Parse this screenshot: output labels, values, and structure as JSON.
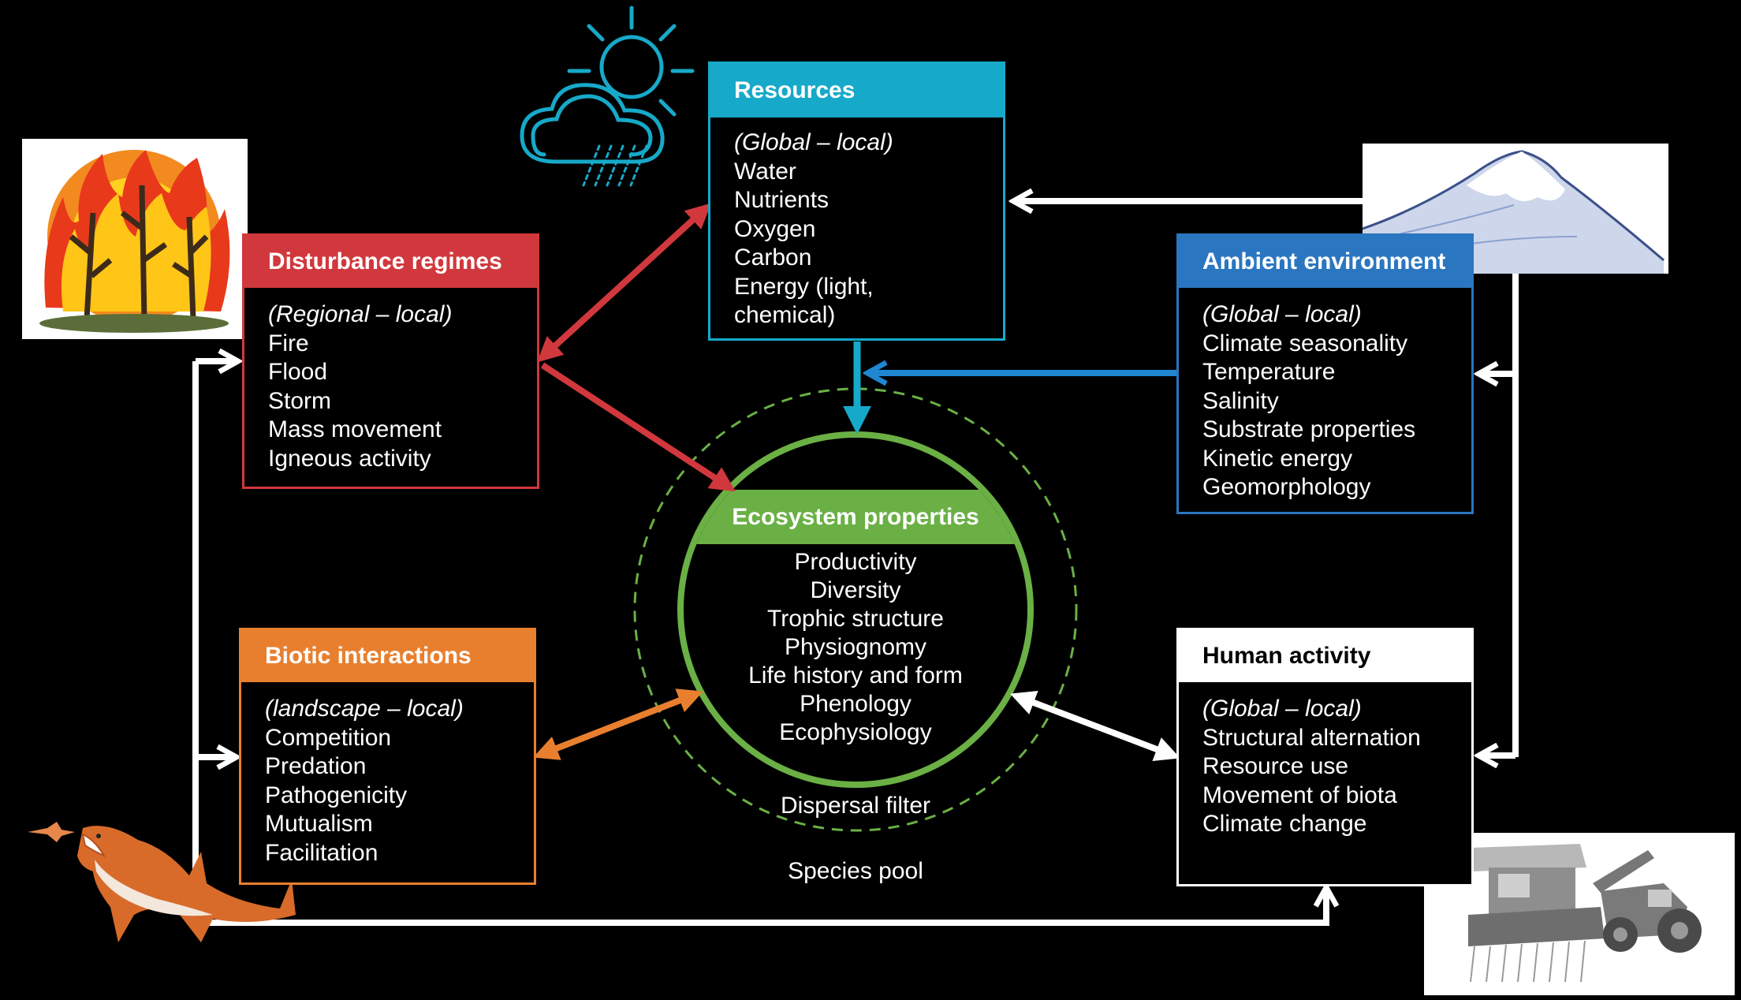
{
  "boxes": {
    "resources": {
      "title": "Resources",
      "scope": "(Global – local)",
      "items": [
        "Water",
        "Nutrients",
        "Oxygen",
        "Carbon",
        "Energy (light,",
        "chemical)"
      ],
      "color": "#17a9c9"
    },
    "disturbance": {
      "title": "Disturbance regimes",
      "scope": "(Regional – local)",
      "items": [
        "Fire",
        "Flood",
        "Storm",
        "Mass movement",
        "Igneous activity"
      ],
      "color": "#d1383d"
    },
    "ambient": {
      "title": "Ambient environment",
      "scope": "(Global – local)",
      "items": [
        "Climate seasonality",
        "Temperature",
        "Salinity",
        "Substrate properties",
        "Kinetic energy",
        "Geomorphology"
      ],
      "color": "#2b76c0"
    },
    "biotic": {
      "title": "Biotic interactions",
      "scope": "(landscape – local)",
      "items": [
        "Competition",
        "Predation",
        "Pathogenicity",
        "Mutualism",
        "Facilitation"
      ],
      "color": "#e87f2f"
    },
    "human": {
      "title": "Human activity",
      "scope": "(Global – local)",
      "items": [
        "Structural alternation",
        "Resource use",
        "Movement of biota",
        "Climate change"
      ],
      "color": "#ffffff"
    }
  },
  "ecosystem": {
    "title": "Ecosystem properties",
    "items": [
      "Productivity",
      "Diversity",
      "Trophic structure",
      "Physiognomy",
      "Life history and form",
      "Phenology",
      "Ecophysiology"
    ],
    "color": "#6ab045"
  },
  "filters": {
    "dispersal": "Dispersal filter",
    "species_pool": "Species pool"
  },
  "icons": [
    "weather-icon",
    "forest-fire-icon",
    "mountain-icon",
    "shark-icon",
    "harvester-icon"
  ]
}
